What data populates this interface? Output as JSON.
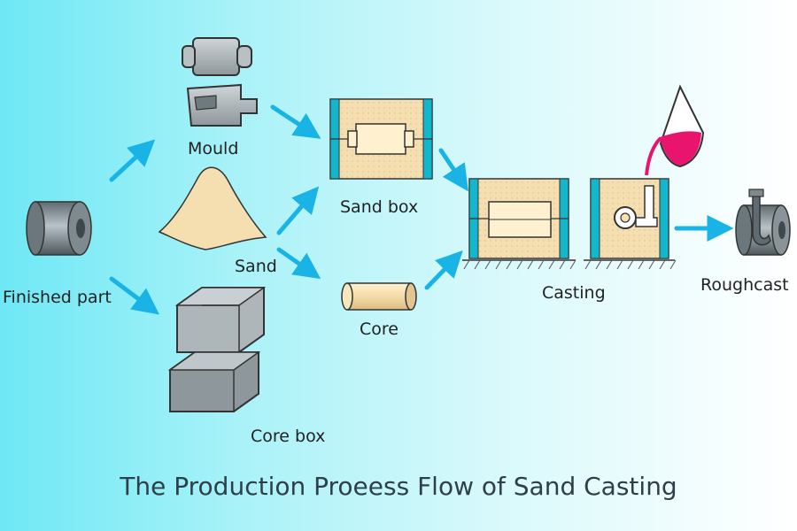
{
  "title": "The Production Proeess Flow of Sand Casting",
  "labels": {
    "mould": "Mould",
    "sand": "Sand",
    "finished_part": "Finished part",
    "core_box": "Core box",
    "sand_box": "Sand box",
    "core": "Core",
    "casting": "Casting",
    "roughcast": "Roughcast"
  },
  "colors": {
    "arrow": "#1ab3e6",
    "metal": "#7f8a8f",
    "sand": "#f5deb0",
    "flask_frame": "#14b6cc",
    "molten_metal": "#e8146e"
  }
}
